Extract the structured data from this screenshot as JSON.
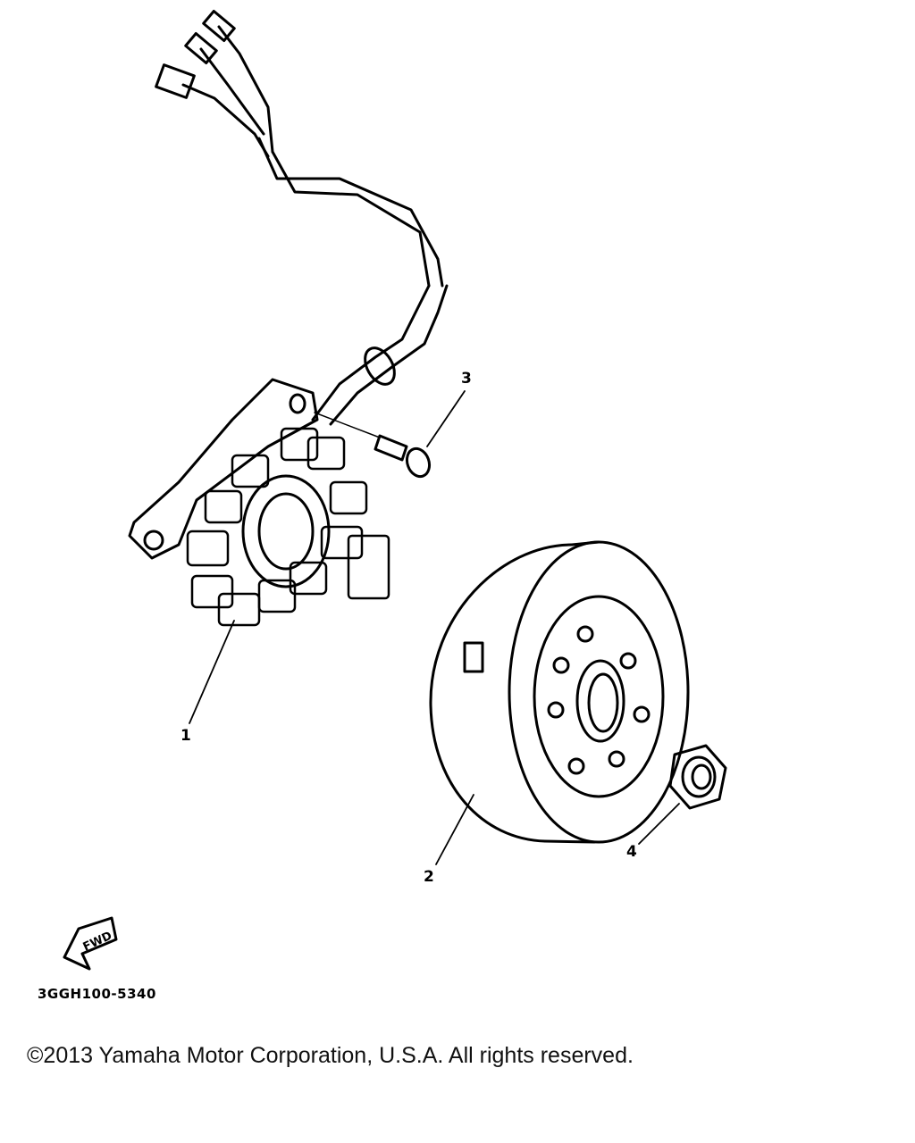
{
  "diagram": {
    "title_code": "3GGH100-5340",
    "fwd_label": "FWD",
    "callouts": [
      {
        "number": "1",
        "part": "stator-assembly"
      },
      {
        "number": "2",
        "part": "rotor-flywheel"
      },
      {
        "number": "3",
        "part": "screw"
      },
      {
        "number": "4",
        "part": "nut"
      }
    ]
  },
  "footer": {
    "copyright": "©2013 Yamaha Motor Corporation, U.S.A. All rights reserved."
  }
}
